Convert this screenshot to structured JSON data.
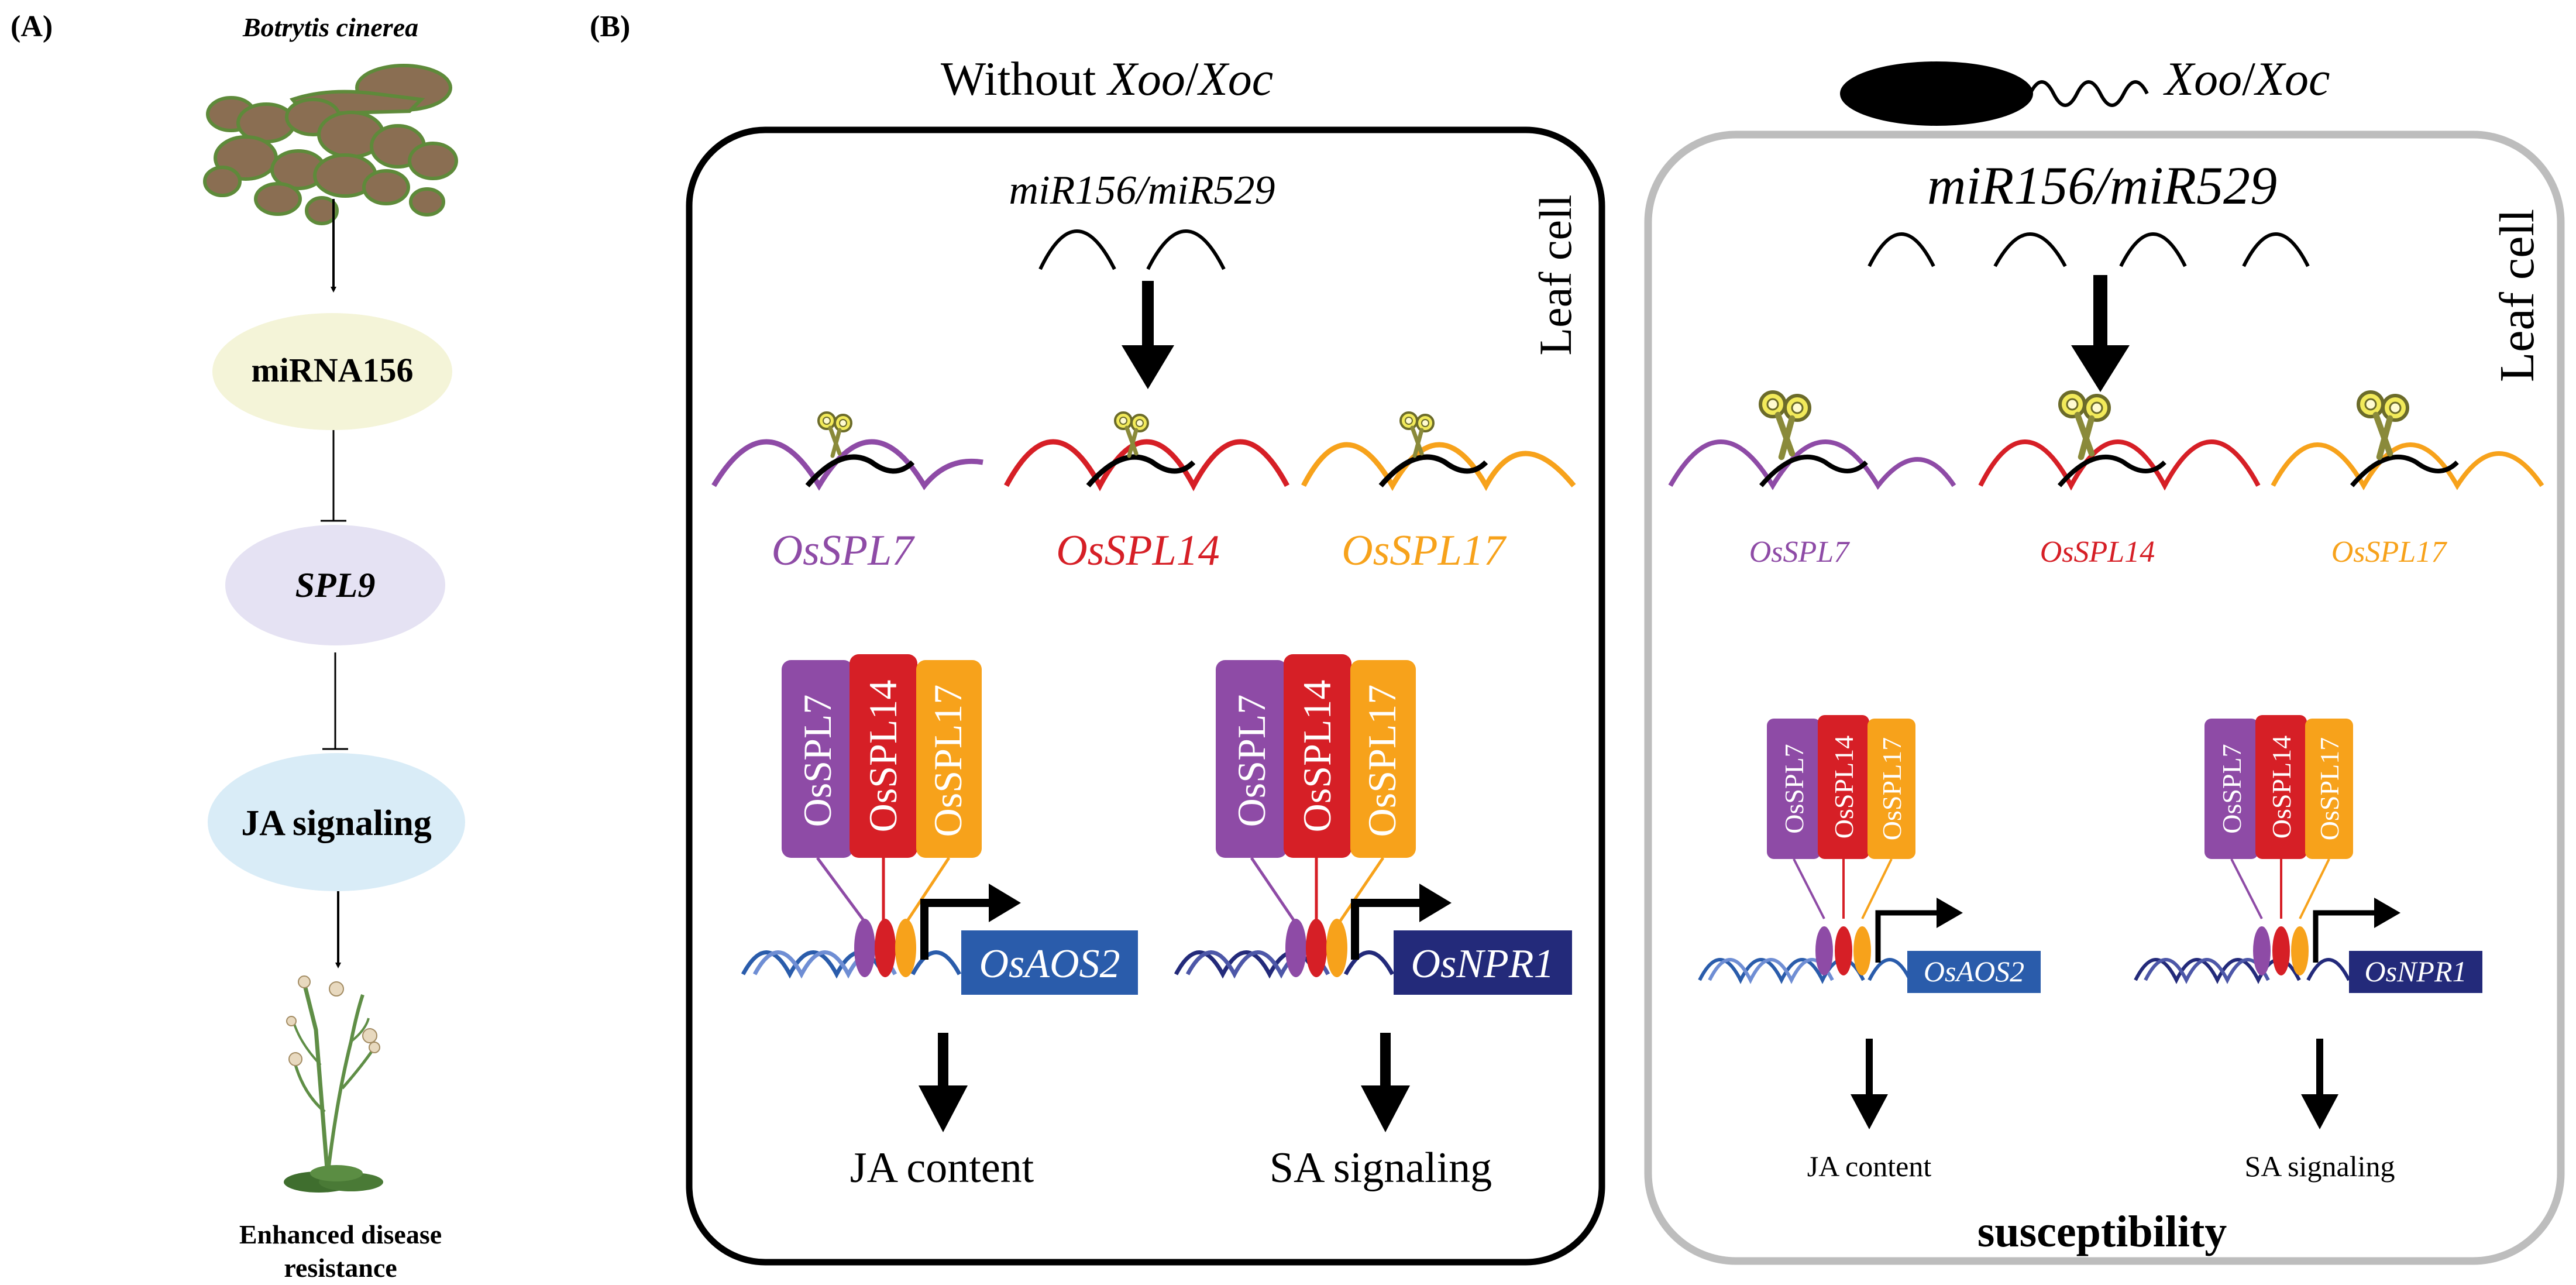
{
  "panel_a": {
    "label": "(A)",
    "pathogen": "Botrytis cinerea",
    "node_1": "miRNA156",
    "node_2": "SPL9",
    "node_3": "JA signaling",
    "outcome_line1": "Enhanced disease",
    "outcome_line2": "resistance",
    "colors": {
      "fungus": "#8a6e52",
      "fungus_edge": "#5e8a3a",
      "node1": "#f4f4d8",
      "node2": "#e5e2f3",
      "node3": "#d9ecf7"
    }
  },
  "panel_b": {
    "label": "(B)",
    "left": {
      "title_prefix": "Without ",
      "title_italic_1": "Xoo",
      "title_slash": "/",
      "title_italic_2": "Xoc",
      "mirna": "miR156/miR529",
      "cell_label": "Leaf cell",
      "gene_1": "OsSPL7",
      "gene_2": "OsSPL14",
      "gene_3": "OsSPL17",
      "box_1": "OsSPL7",
      "box_2": "OsSPL14",
      "box_3": "OsSPL17",
      "box_4": "OsSPL7",
      "box_5": "OsSPL14",
      "box_6": "OsSPL17",
      "target_1": "OsAOS2",
      "target_2": "OsNPR1",
      "output_1": "JA content",
      "output_2": "SA signaling"
    },
    "right": {
      "title_italic_1": "Xoo",
      "title_slash": "/",
      "title_italic_2": "Xoc",
      "mirna": "miR156/miR529",
      "cell_label": "Leaf cell",
      "gene_1": "OsSPL7",
      "gene_2": "OsSPL14",
      "gene_3": "OsSPL17",
      "box_1": "OsSPL7",
      "box_2": "OsSPL14",
      "box_3": "OsSPL17",
      "box_4": "OsSPL7",
      "box_5": "OsSPL14",
      "box_6": "OsSPL17",
      "target_1": "OsAOS2",
      "target_2": "OsNPR1",
      "output_1": "JA content",
      "output_2": "SA signaling",
      "footer": "susceptibility"
    },
    "colors": {
      "spl7": "#8e4ba6",
      "spl14": "#d61f26",
      "spl17": "#f7a21b",
      "aos2": "#2a5cab",
      "npr1": "#232a7a",
      "left_border": "#000000",
      "right_border": "#bdbdbd"
    }
  }
}
